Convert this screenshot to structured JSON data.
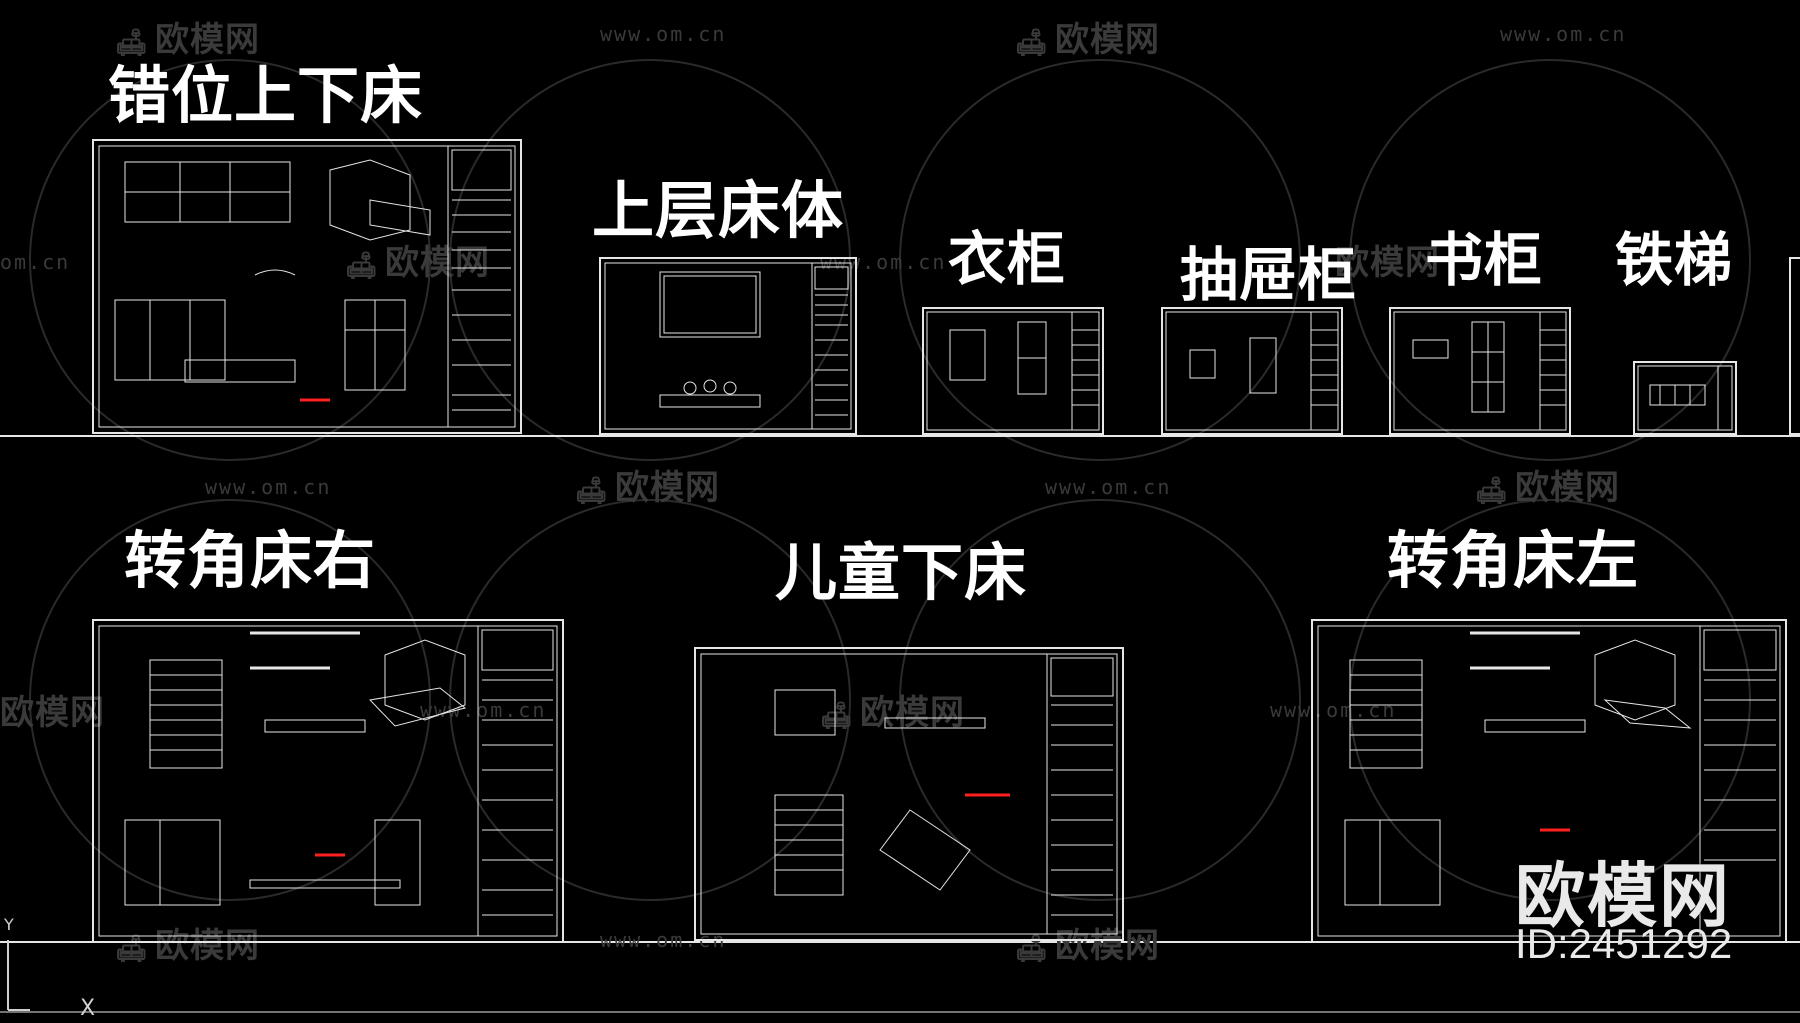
{
  "labels": {
    "t1": "错位上下床",
    "t2": "上层床体",
    "t3": "衣柜",
    "t4": "抽屉柜",
    "t5": "书柜",
    "t6": "铁梯",
    "t7": "转角床右",
    "t8": "儿童下床",
    "t9": "转角床左"
  },
  "watermark": {
    "url": "www.om.cn",
    "url_partial": "om.cn",
    "logo": "欧模网",
    "logo_partial": "欧模网"
  },
  "brand": {
    "name": "欧模网",
    "id": "ID:2451292"
  },
  "ucs": {
    "y_label": "Y",
    "x_label": "X"
  },
  "colors": {
    "background": "#000000",
    "line": "#e6e6e6",
    "accent": "#ff2020",
    "watermark": "#3a3a3a"
  }
}
